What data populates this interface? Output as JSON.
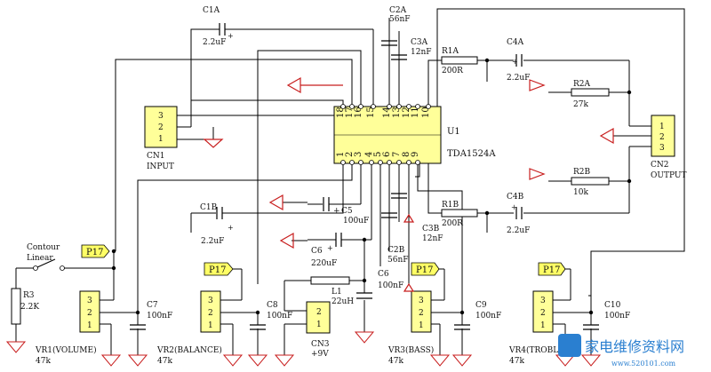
{
  "colors": {
    "wire": "#000000",
    "ground": "#c81e1e",
    "ic_fill": "#ffff99",
    "connector_fill": "#ffff99",
    "resistor_fill": "#ffffff",
    "tag_fill": "#ffff66"
  },
  "ic": {
    "ref": "U1",
    "part": "TDA1524A",
    "top_pins": [
      "18",
      "17",
      "16",
      "15",
      "14",
      "13",
      "12",
      "11",
      "10"
    ],
    "bottom_pins": [
      "1",
      "2",
      "3",
      "4",
      "5",
      "6",
      "7",
      "8",
      "9"
    ]
  },
  "capacitors": {
    "c1a": {
      "ref": "C1A",
      "value": "2.2uF",
      "pol": "+"
    },
    "c1b": {
      "ref": "C1B",
      "value": "2.2uF",
      "pol": "+"
    },
    "c2a": {
      "ref": "C2A",
      "value": "56nF"
    },
    "c2b": {
      "ref": "C2B",
      "value": "56nF"
    },
    "c3a": {
      "ref": "C3A",
      "value": "12nF"
    },
    "c3b": {
      "ref": "C3B",
      "value": "12nF"
    },
    "c4a": {
      "ref": "C4A",
      "value": "2.2uF",
      "pol": "+"
    },
    "c4b": {
      "ref": "C4B",
      "value": "2.2uF",
      "pol": "+"
    },
    "c5": {
      "ref": "C5",
      "value": "100uF",
      "pol": "+"
    },
    "c6": {
      "ref": "C6",
      "value": "220uF",
      "pol": "+"
    },
    "c6b": {
      "ref": "C6",
      "value": "100nF"
    },
    "c7": {
      "ref": "C7",
      "value": "100nF"
    },
    "c8": {
      "ref": "C8",
      "value": "100nF"
    },
    "c9": {
      "ref": "C9",
      "value": "100nF"
    },
    "c10": {
      "ref": "C10",
      "value": "100nF"
    }
  },
  "resistors": {
    "r1a": {
      "ref": "R1A",
      "value": "200R"
    },
    "r1b": {
      "ref": "R1B",
      "value": "200R"
    },
    "r2a": {
      "ref": "R2A",
      "value": "27k"
    },
    "r2b": {
      "ref": "R2B",
      "value": "10k"
    },
    "r3": {
      "ref": "R3",
      "value": "2.2K"
    }
  },
  "inductor": {
    "ref": "L1",
    "value": "22uH"
  },
  "connectors": {
    "cn1": {
      "ref": "CN1",
      "name": "INPUT",
      "pins": [
        "3",
        "2",
        "1"
      ]
    },
    "cn2": {
      "ref": "CN2",
      "name": "OUTPUT",
      "pins": [
        "1",
        "2",
        "3"
      ]
    },
    "cn3": {
      "ref": "CN3",
      "name": "+9V",
      "pins": [
        "2",
        "1"
      ]
    }
  },
  "pots": {
    "vr1": {
      "label": "VR1(VOLUME)",
      "value": "47k",
      "pins": [
        "3",
        "2",
        "1"
      ]
    },
    "vr2": {
      "label": "VR2(BALANCE)",
      "value": "47k",
      "pins": [
        "3",
        "2",
        "1"
      ]
    },
    "vr3": {
      "label": "VR3(BASS)",
      "value": "47k",
      "pins": [
        "3",
        "2",
        "1"
      ]
    },
    "vr4": {
      "label": "VR4(TROBLE)",
      "value": "47k",
      "pins": [
        "3",
        "2",
        "1"
      ]
    }
  },
  "tag": "P17",
  "switch": {
    "line1": "Contour",
    "line2": "Linear"
  },
  "watermark": {
    "text": "家电维修资料网",
    "url": "www.520101.com"
  }
}
